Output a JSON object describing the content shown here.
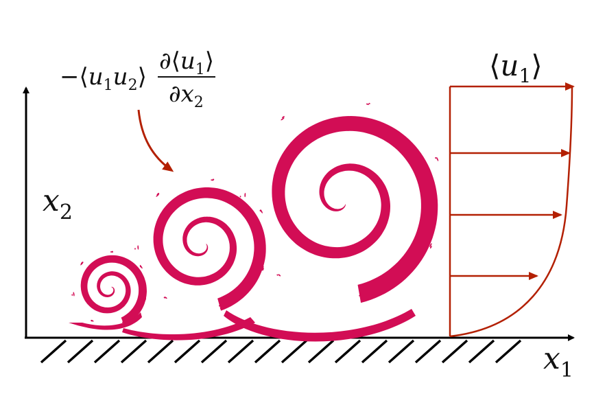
{
  "axes": {
    "x_label": {
      "base": "x",
      "sub": "1"
    },
    "y_label": {
      "base": "x",
      "sub": "2"
    }
  },
  "annotation": {
    "prefix": "−⟨",
    "u_a": "u",
    "u_a_sub": "1",
    "u_b": "u",
    "u_b_sub": "2",
    "close": "⟩",
    "num_d": "∂⟨",
    "num_u": "u",
    "num_sub": "1",
    "num_close": "⟩",
    "den_d": "∂",
    "den_x": "x",
    "den_sub": "2"
  },
  "profile_label": {
    "open": "⟨",
    "base": "u",
    "sub": "1",
    "close": "⟩"
  },
  "colors": {
    "vortex": "#d20d55",
    "profile": "#b32003",
    "axis": "#000000"
  },
  "icons": [
    "vortex-spiral-icon",
    "velocity-arrow-icon",
    "wall-hatch-icon"
  ]
}
